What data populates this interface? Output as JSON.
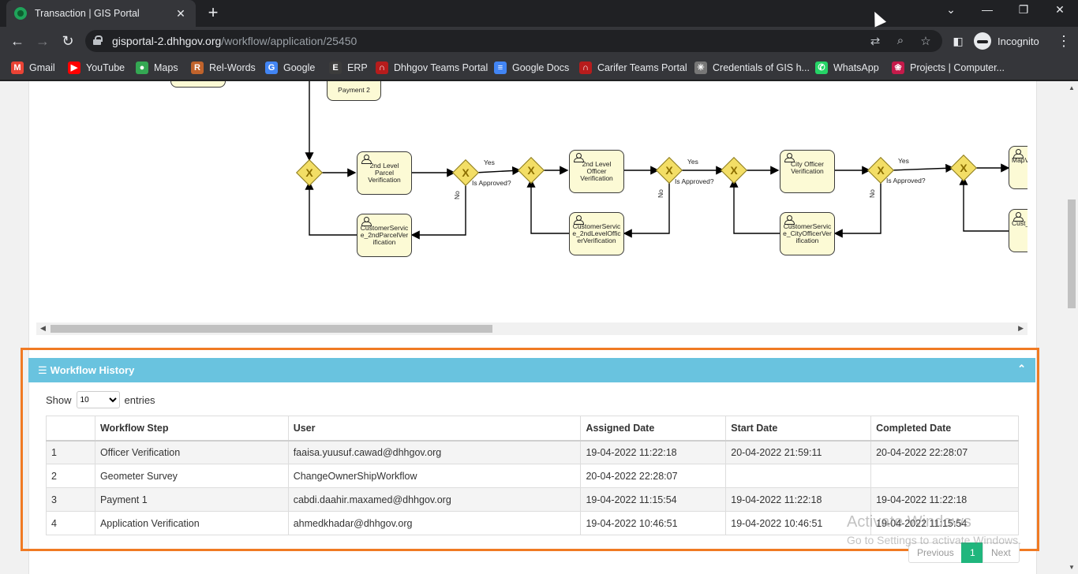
{
  "browser": {
    "tab_title": "Transaction | GIS Portal",
    "url_host": "gisportal-2.dhhgov.org",
    "url_path": "/workflow/application/25450",
    "profile_label": "Incognito"
  },
  "bookmarks": [
    {
      "label": "Gmail",
      "icon": "gmail-icon",
      "color": "#ea4335",
      "glyph": "M"
    },
    {
      "label": "YouTube",
      "icon": "youtube-icon",
      "color": "#ff0000",
      "glyph": "▶"
    },
    {
      "label": "Maps",
      "icon": "maps-icon",
      "color": "#34a853",
      "glyph": "●"
    },
    {
      "label": "Rel-Words",
      "icon": "rel-words-icon",
      "color": "#c0632c",
      "glyph": "R"
    },
    {
      "label": "Google",
      "icon": "google-icon",
      "color": "#4285f4",
      "glyph": "G"
    },
    {
      "label": "ERP",
      "icon": "erp-icon",
      "color": "#3c3c3c",
      "glyph": "E"
    },
    {
      "label": "Dhhgov Teams Portal",
      "icon": "dhhgov-teams-icon",
      "color": "#b71c1c",
      "glyph": "∩"
    },
    {
      "label": "Google Docs",
      "icon": "google-docs-icon",
      "color": "#4285f4",
      "glyph": "≡"
    },
    {
      "label": "Carifer Teams Portal",
      "icon": "carifer-teams-icon",
      "color": "#b71c1c",
      "glyph": "∩"
    },
    {
      "label": "Credentials of GIS h...",
      "icon": "credentials-icon",
      "color": "#777777",
      "glyph": "✳"
    },
    {
      "label": "WhatsApp",
      "icon": "whatsapp-icon",
      "color": "#25d366",
      "glyph": "✆"
    },
    {
      "label": "Projects | Computer...",
      "icon": "raspberry-icon",
      "color": "#c51a4a",
      "glyph": "❀"
    }
  ],
  "diagram": {
    "nodes": {
      "parcel2": "2nd Level Parcel Verification",
      "cs_parcel2": "CustomerService_2ndParcelVerification",
      "officer2": "2nd Level Officer Verification",
      "cs_officer2": "CustomerService_2ndLevelOfficerVerification",
      "city": "City Officer Verification",
      "cs_city": "CustomerService_CityOfficerVerification",
      "map": "MapV",
      "cs_map": "Cust_M",
      "payment": "Payment 2"
    },
    "labels": {
      "yes": "Yes",
      "no": "No",
      "is_approved": "Is Approved?"
    }
  },
  "workflow_history": {
    "title": "Workflow History",
    "show_label": "Show",
    "entries_label": "entries",
    "page_size": "10",
    "columns": [
      "",
      "Workflow Step",
      "User",
      "Assigned Date",
      "Start Date",
      "Completed Date"
    ],
    "rows": [
      [
        "1",
        "Officer Verification",
        "faaisa.yuusuf.cawad@dhhgov.org",
        "19-04-2022 11:22:18",
        "20-04-2022 21:59:11",
        "20-04-2022 22:28:07"
      ],
      [
        "2",
        "Geometer Survey",
        "ChangeOwnerShipWorkflow",
        "20-04-2022 22:28:07",
        "",
        ""
      ],
      [
        "3",
        "Payment 1",
        "cabdi.daahir.maxamed@dhhgov.org",
        "19-04-2022 11:15:54",
        "19-04-2022 11:22:18",
        "19-04-2022 11:22:18"
      ],
      [
        "4",
        "Application Verification",
        "ahmedkhadar@dhhgov.org",
        "19-04-2022 10:46:51",
        "19-04-2022 10:46:51",
        "19-04-2022 11:15:54"
      ]
    ],
    "pagination": {
      "previous": "Previous",
      "current": "1",
      "next": "Next"
    }
  },
  "watermark": {
    "line1": "Activate Windows",
    "line2": "Go to Settings to activate Windows."
  }
}
